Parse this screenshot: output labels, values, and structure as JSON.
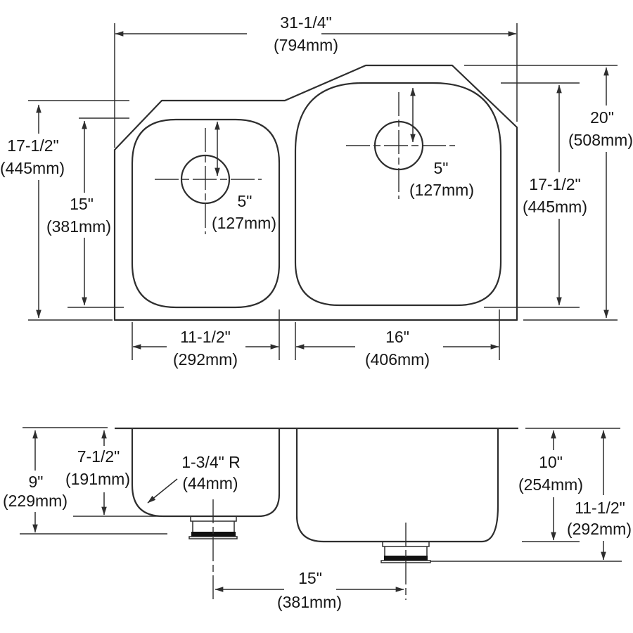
{
  "drawing": {
    "type": "double-bowl sink dimension drawing",
    "views": {
      "top": "plan view",
      "side": "front section view"
    }
  },
  "top": {
    "overall_width": {
      "in": "31-1/4\"",
      "mm": "(794mm)"
    },
    "left_outer_front_to_back": {
      "in": "17-1/2\"",
      "mm": "(445mm)"
    },
    "left_bowl_front_to_back": {
      "in": "15\"",
      "mm": "(381mm)"
    },
    "right_outer_front_to_back": {
      "in": "20\"",
      "mm": "(508mm)"
    },
    "right_bowl_front_to_back": {
      "in": "17-1/2\"",
      "mm": "(445mm)"
    },
    "left_drain_offset": {
      "in": "5\"",
      "mm": "(127mm)"
    },
    "right_drain_offset": {
      "in": "5\"",
      "mm": "(127mm)"
    },
    "left_bowl_width": {
      "in": "11-1/2\"",
      "mm": "(292mm)"
    },
    "right_bowl_width": {
      "in": "16\"",
      "mm": "(406mm)"
    }
  },
  "side": {
    "left_outer_depth": {
      "in": "9\"",
      "mm": "(229mm)"
    },
    "left_bowl_depth": {
      "in": "7-1/2\"",
      "mm": "(191mm)"
    },
    "bottom_corner_radius": {
      "in": "1-3/4\" R",
      "mm": "(44mm)"
    },
    "right_bowl_depth": {
      "in": "10\"",
      "mm": "(254mm)"
    },
    "right_outer_depth": {
      "in": "11-1/2\"",
      "mm": "(292mm)"
    },
    "drain_center_spacing": {
      "in": "15\"",
      "mm": "(381mm)"
    }
  },
  "colors": {
    "line": "#2e2e2e",
    "background": "#ffffff"
  }
}
